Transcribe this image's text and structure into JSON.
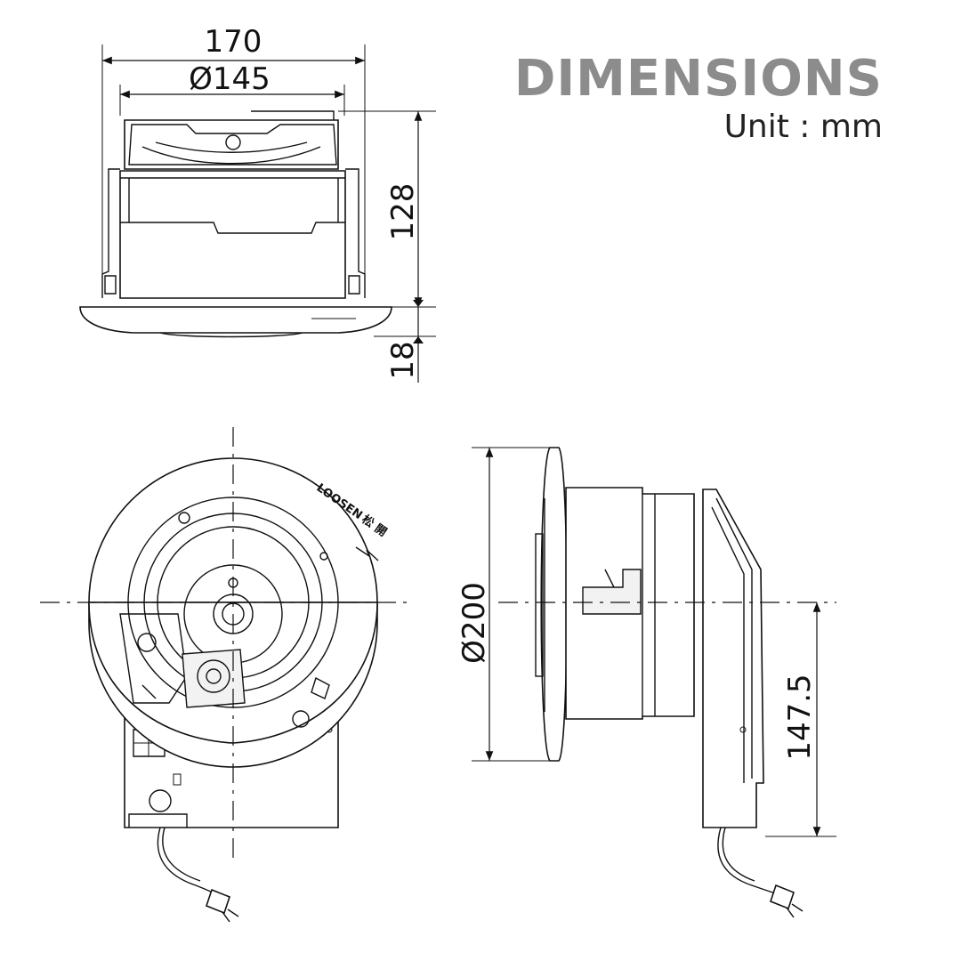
{
  "header": {
    "title": "DIMENSIONS",
    "unit": "Unit : mm"
  },
  "dimensions": {
    "overall_width": "170",
    "body_diameter": "Ø145",
    "body_height": "128",
    "flange_height": "18",
    "grille_diameter": "Ø200",
    "center_to_bottom": "147.5"
  },
  "labels": {
    "loosen": "LOOSEN",
    "loosen_cjk": "松 開"
  }
}
